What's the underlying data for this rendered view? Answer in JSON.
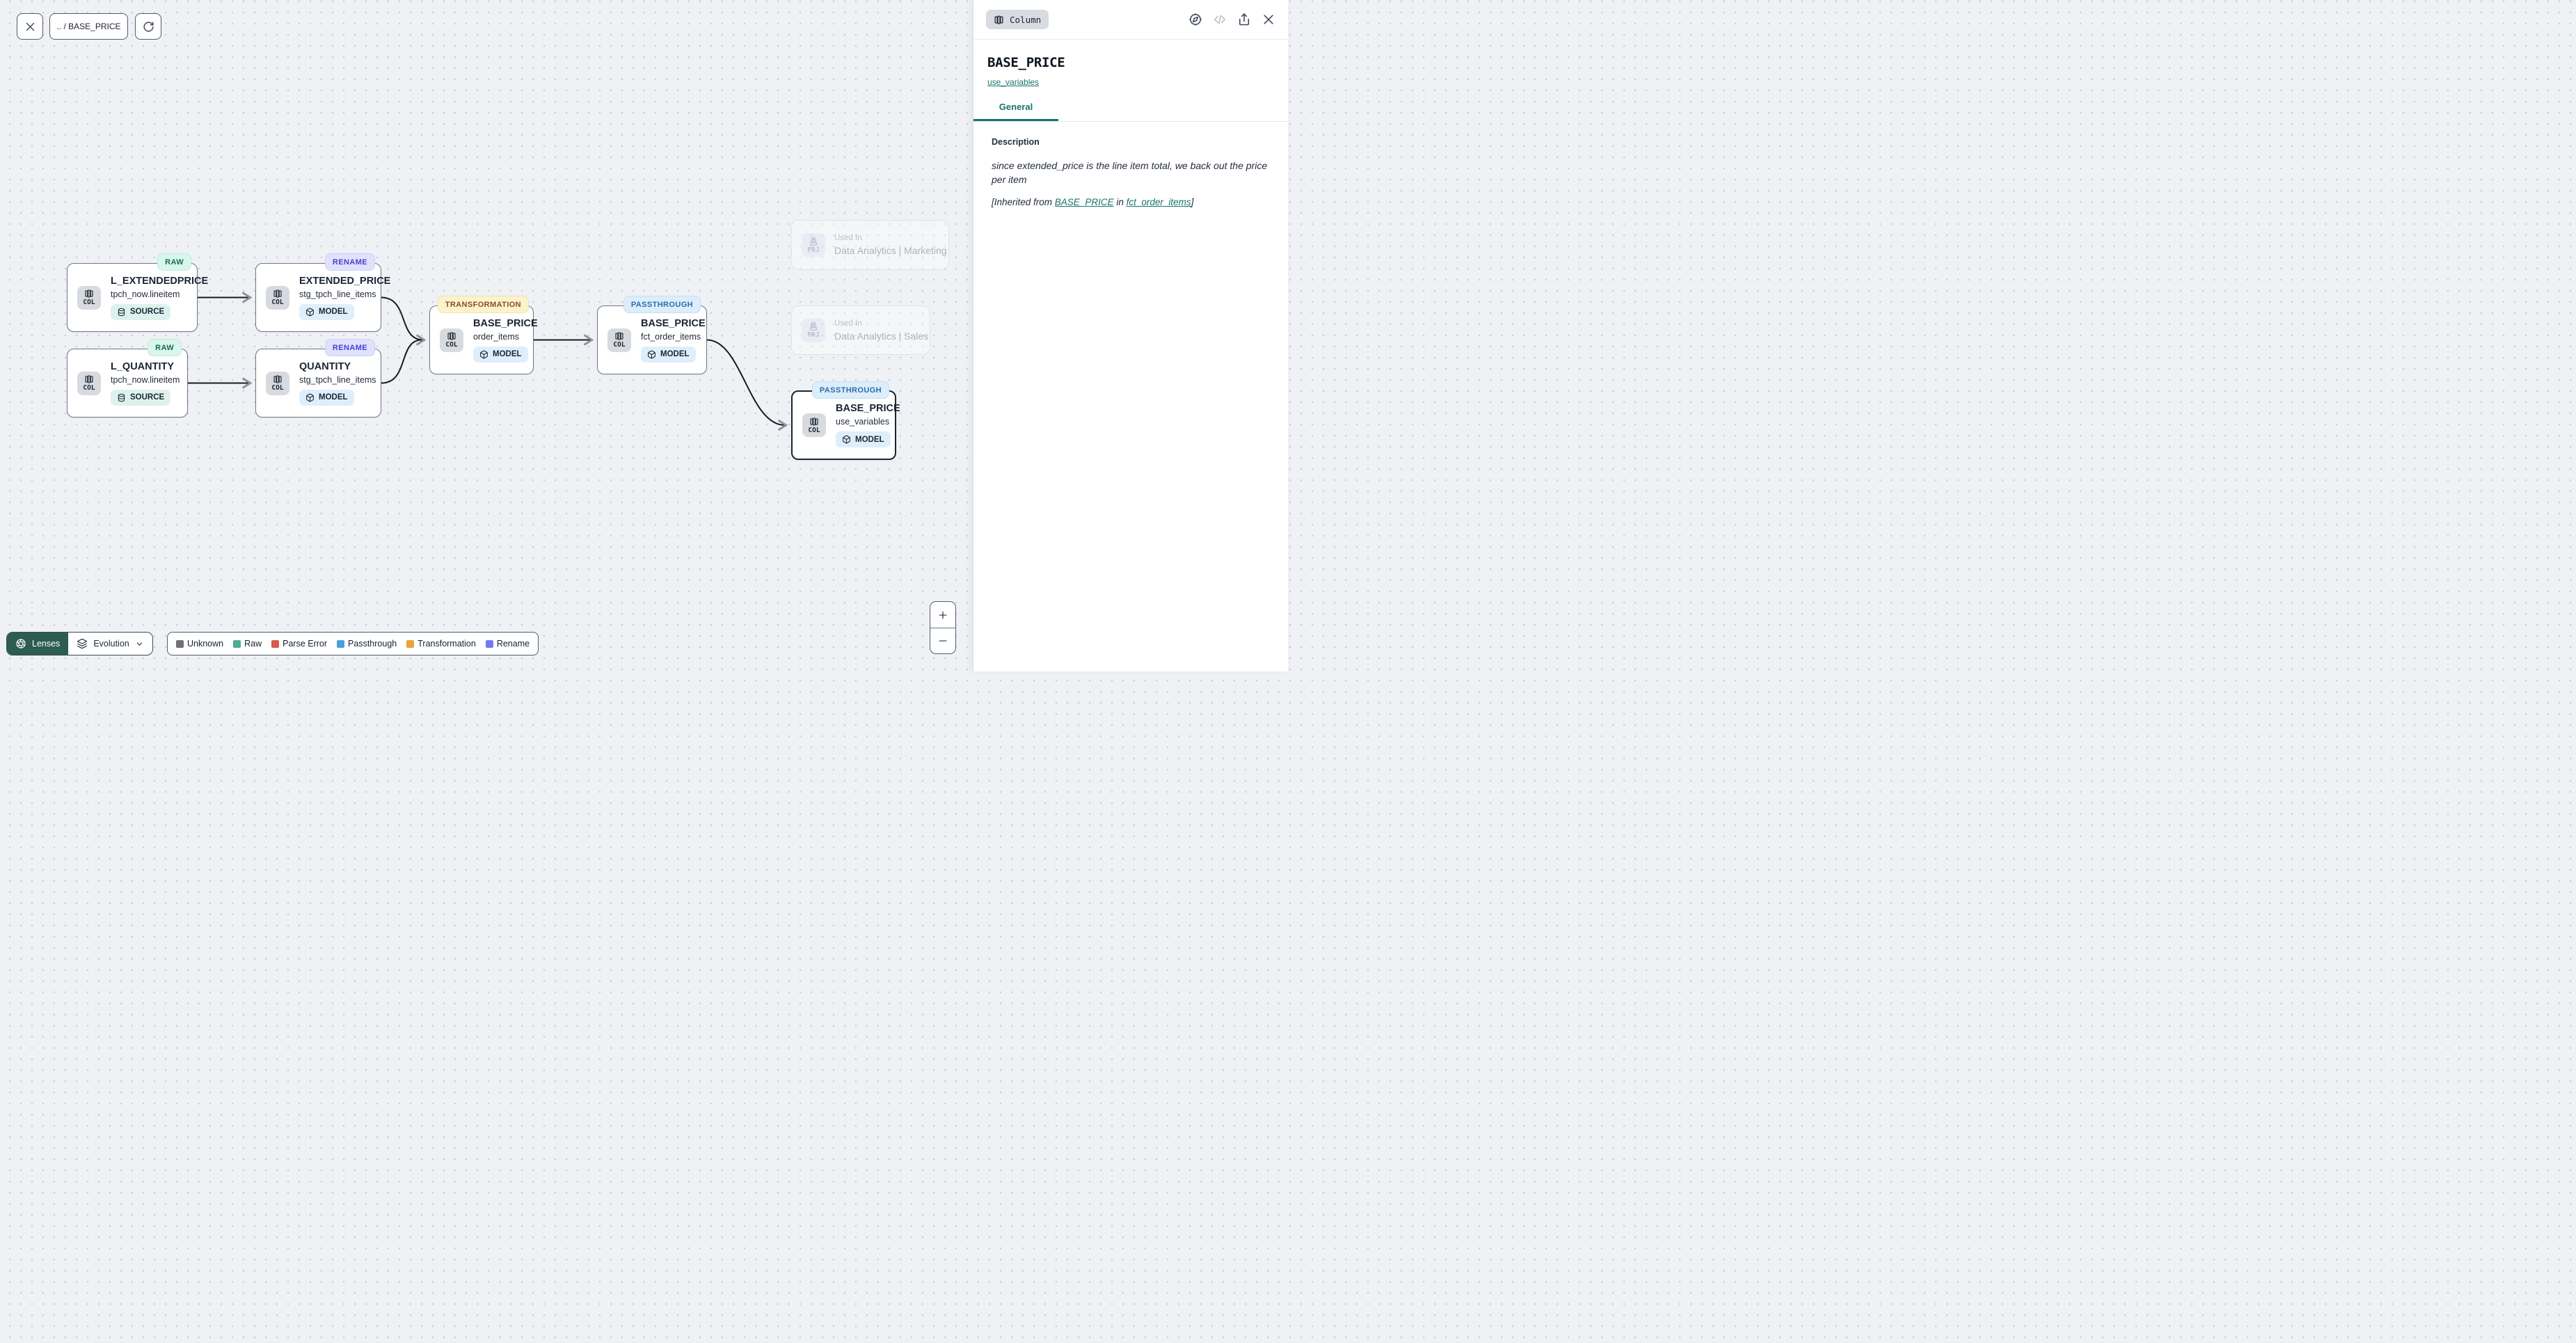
{
  "toolbar": {
    "breadcrumb": ".. / BASE_PRICE"
  },
  "canvas": {
    "nodes": [
      {
        "badge": "RAW",
        "title": "L_EXTENDEDPRICE",
        "subtitle": "tpch_now.lineitem",
        "kind": "COL",
        "chip": "SOURCE"
      },
      {
        "badge": "RENAME",
        "title": "EXTENDED_PRICE",
        "subtitle": "stg_tpch_line_items",
        "kind": "COL",
        "chip": "MODEL"
      },
      {
        "badge": "RAW",
        "title": "L_QUANTITY",
        "subtitle": "tpch_now.lineitem",
        "kind": "COL",
        "chip": "SOURCE"
      },
      {
        "badge": "RENAME",
        "title": "QUANTITY",
        "subtitle": "stg_tpch_line_items",
        "kind": "COL",
        "chip": "MODEL"
      },
      {
        "badge": "TRANSFORMATION",
        "title": "BASE_PRICE",
        "subtitle": "order_items",
        "kind": "COL",
        "chip": "MODEL"
      },
      {
        "badge": "PASSTHROUGH",
        "title": "BASE_PRICE",
        "subtitle": "fct_order_items",
        "kind": "COL",
        "chip": "MODEL"
      },
      {
        "badge": "PASSTHROUGH",
        "title": "BASE_PRICE",
        "subtitle": "use_variables",
        "kind": "COL",
        "chip": "MODEL",
        "selected": true
      }
    ],
    "ghost_nodes": [
      {
        "label": "Used In",
        "title": "Data Analytics | Marketing",
        "kind": "PRJ"
      },
      {
        "label": "Used In",
        "title": "Data Analytics | Sales",
        "kind": "PRJ"
      }
    ]
  },
  "lenses": {
    "button_label": "Lenses",
    "selected_lens": "Evolution"
  },
  "legend": {
    "items": [
      {
        "label": "Unknown",
        "color": "#707176"
      },
      {
        "label": "Raw",
        "color": "#4cab93"
      },
      {
        "label": "Parse Error",
        "color": "#d9574c"
      },
      {
        "label": "Passthrough",
        "color": "#4b9fdd"
      },
      {
        "label": "Transformation",
        "color": "#e7a33a"
      },
      {
        "label": "Rename",
        "color": "#7678ef"
      }
    ]
  },
  "panel": {
    "type_badge": "Column",
    "title": "BASE_PRICE",
    "subtitle_link": "use_variables",
    "tabs": [
      {
        "label": "General",
        "active": true
      }
    ],
    "description": {
      "heading": "Description",
      "body": "since extended_price is the line item total, we back out the price per item",
      "inherited_prefix": "[Inherited from ",
      "inherited_link_column": "BASE_PRICE",
      "inherited_mid": " in ",
      "inherited_link_model": "fct_order_items",
      "inherited_suffix": "]"
    },
    "accent_color": "#18736c"
  },
  "icons": [
    "close-icon",
    "refresh-icon",
    "columns-icon",
    "database-icon",
    "cube-icon",
    "projects-icon",
    "aperture-icon",
    "layers-icon",
    "chevron-down-icon",
    "compass-icon",
    "code-icon",
    "share-icon",
    "zoom-in-icon",
    "zoom-out-icon"
  ]
}
